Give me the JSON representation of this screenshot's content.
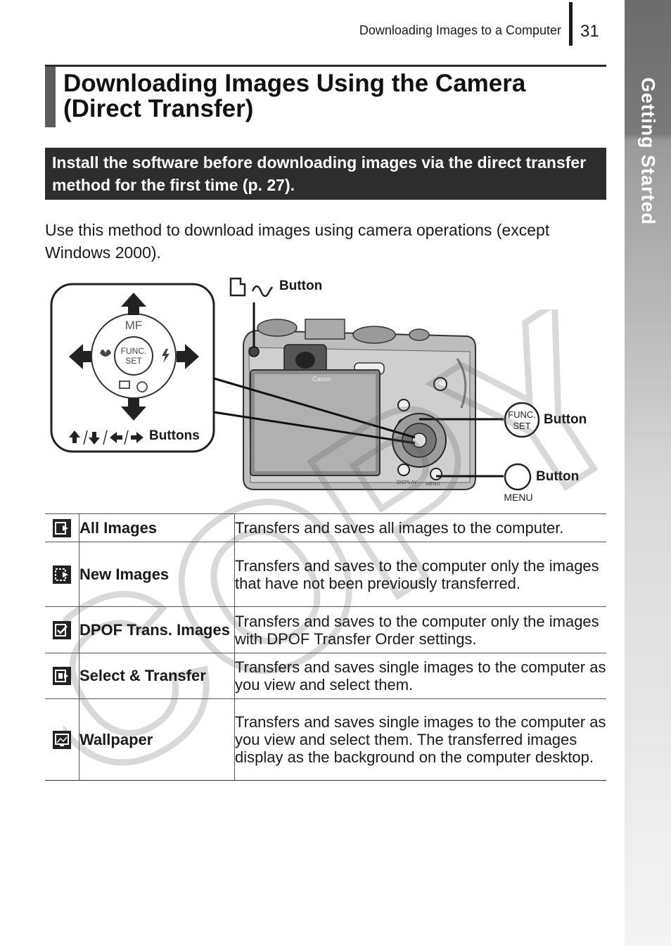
{
  "header": {
    "section_title": "Downloading Images to a Computer",
    "page_number": "31"
  },
  "side_tab": {
    "label": "Getting Started"
  },
  "heading": {
    "line1": "Downloading Images Using the Camera",
    "line2": "(Direct Transfer)"
  },
  "notice": {
    "text": "Install the software before downloading images via the direct transfer method for the first time (p. 27)."
  },
  "intro": {
    "text": "Use this method to download images using camera operations (except Windows 2000)."
  },
  "figure": {
    "print_button_label": "Button",
    "func_set_button_label": "Button",
    "menu_button_label": "Button",
    "arrow_buttons_label": "Buttons",
    "dial_mf_text": "MF",
    "func_text_1": "FUNC.",
    "func_text_2": "SET",
    "menu_text": "MENU",
    "camera_brand": "Canon",
    "display_text": "DISPLAY",
    "menu_small_text": "MENU",
    "watermark": "COPY"
  },
  "table": {
    "rows": [
      {
        "icon": "transfer-all-icon",
        "name": "All Images",
        "description": "Transfers and saves all images to the computer."
      },
      {
        "icon": "transfer-new-icon",
        "name": "New Images",
        "description": "Transfers and saves to the computer only the images that have not been previously transferred."
      },
      {
        "icon": "transfer-dpof-icon",
        "name": "DPOF Trans. Images",
        "description": "Transfers and saves to the computer only the images with DPOF Transfer Order settings."
      },
      {
        "icon": "select-transfer-icon",
        "name": "Select & Transfer",
        "description": "Transfers and saves single images to the computer as you view and select them."
      },
      {
        "icon": "wallpaper-icon",
        "name": "Wallpaper",
        "description": "Transfers and saves single images to the computer as you view and select them. The transferred images display as the background on the computer desktop."
      }
    ]
  }
}
